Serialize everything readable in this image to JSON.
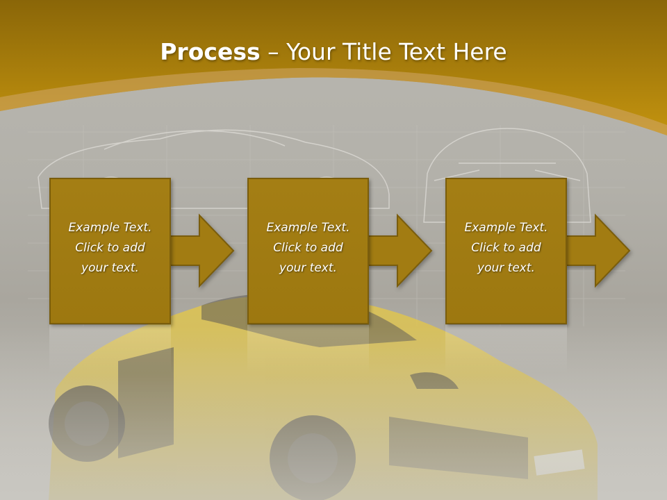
{
  "slide": {
    "title_bold": "Process",
    "title_rest": " – Your Title Text Here"
  },
  "steps": [
    {
      "text": "Example Text.\nClick  to add\nyour text."
    },
    {
      "text": "Example Text.\nClick  to add\nyour text."
    },
    {
      "text": "Example Text.\nClick  to add\nyour text."
    }
  ],
  "colors": {
    "header_gold": "#b88a10",
    "box_gold": "#a27c12",
    "background_gray": "#b5b3ac"
  }
}
